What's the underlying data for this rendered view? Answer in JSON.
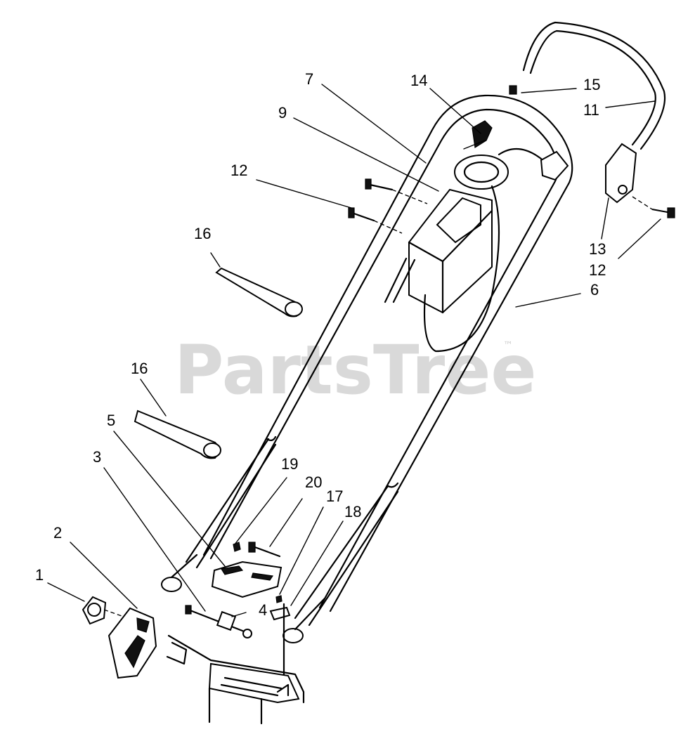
{
  "watermark": {
    "text": "PartsTree",
    "tm": "™"
  },
  "callouts": {
    "c1": "1",
    "c2": "2",
    "c3": "3",
    "c4": "4",
    "c5": "5",
    "c6": "6",
    "c7": "7",
    "c9": "9",
    "c11": "11",
    "c12a": "12",
    "c12b": "12",
    "c13": "13",
    "c14": "14",
    "c15": "15",
    "c16a": "16",
    "c16b": "16",
    "c17": "17",
    "c18": "18",
    "c19": "19",
    "c20": "20"
  }
}
